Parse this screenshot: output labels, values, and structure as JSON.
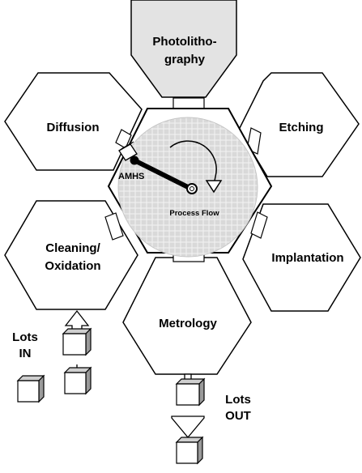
{
  "stations": [
    {
      "id": "photolithography",
      "lines": [
        "Photolitho-",
        "graphy"
      ],
      "highlighted": true
    },
    {
      "id": "diffusion",
      "lines": [
        "Diffusion"
      ],
      "highlighted": false
    },
    {
      "id": "etching",
      "lines": [
        "Etching"
      ],
      "highlighted": false
    },
    {
      "id": "cleaning-oxidation",
      "lines": [
        "Cleaning/",
        "Oxidation"
      ],
      "highlighted": false
    },
    {
      "id": "implantation",
      "lines": [
        "Implantation"
      ],
      "highlighted": false
    },
    {
      "id": "metrology",
      "lines": [
        "Metrology"
      ],
      "highlighted": false
    }
  ],
  "hub": {
    "amhs_label": "AMHS",
    "flow_label": "Process Flow"
  },
  "lots_in": {
    "lines": [
      "Lots",
      "IN"
    ]
  },
  "lots_out": {
    "lines": [
      "Lots",
      "OUT"
    ]
  },
  "colors": {
    "highlight_fill": "#e3e3e3",
    "wafer_fill": "#d9d9d9",
    "wafer_grid": "#f3f3f3",
    "box_side": "#9a9a9a",
    "box_top": "#cfcfcf",
    "stroke": "#000000"
  }
}
